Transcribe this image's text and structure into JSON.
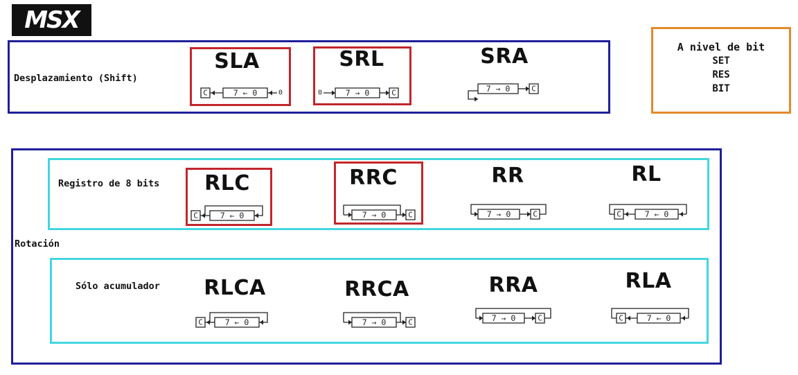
{
  "logo": {
    "text": "MSX"
  },
  "shift": {
    "label": "Desplazamiento (Shift)",
    "items": [
      {
        "name": "SLA",
        "highlighted": true,
        "diagram": "sla"
      },
      {
        "name": "SRL",
        "highlighted": true,
        "diagram": "srl"
      },
      {
        "name": "SRA",
        "highlighted": false,
        "diagram": "sra"
      }
    ]
  },
  "bitlevel": {
    "title": "A nivel de bit",
    "ops": [
      "SET",
      "RES",
      "BIT"
    ]
  },
  "rotation": {
    "label": "Rotación",
    "registers": {
      "label": "Registro de 8 bits",
      "items": [
        {
          "name": "RLC",
          "highlighted": true,
          "diagram": "rlc"
        },
        {
          "name": "RRC",
          "highlighted": true,
          "diagram": "rrc"
        },
        {
          "name": "RR",
          "highlighted": false,
          "diagram": "rr"
        },
        {
          "name": "RL",
          "highlighted": false,
          "diagram": "rl"
        }
      ]
    },
    "accumulator": {
      "label": "Sólo acumulador",
      "items": [
        {
          "name": "RLCA",
          "highlighted": false,
          "diagram": "rlc"
        },
        {
          "name": "RRCA",
          "highlighted": false,
          "diagram": "rrc"
        },
        {
          "name": "RRA",
          "highlighted": false,
          "diagram": "rr"
        },
        {
          "name": "RLA",
          "highlighted": false,
          "diagram": "rl"
        }
      ]
    }
  },
  "register_glyphs": {
    "carry": "C",
    "left_arrow": "7 ← 0",
    "right_arrow": "7 → 0",
    "zero": "0"
  },
  "colors": {
    "navy": "#1f1f9a",
    "red": "#c2262c",
    "cyan": "#44d6e0",
    "orange": "#e28a2a",
    "ink": "#222222"
  }
}
